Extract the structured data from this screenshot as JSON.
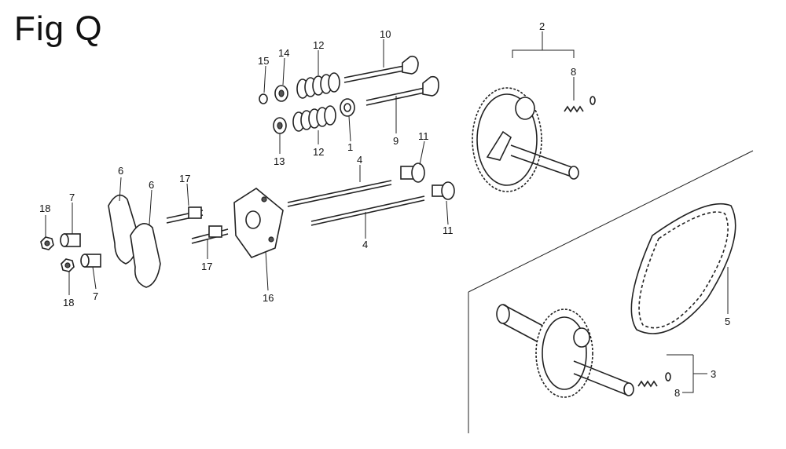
{
  "figure": {
    "title": "Fig Q"
  },
  "callouts": {
    "c1": "1",
    "c2": "2",
    "c3": "3",
    "c4a": "4",
    "c4b": "4",
    "c5": "5",
    "c6a": "6",
    "c6b": "6",
    "c7a": "7",
    "c7b": "7",
    "c8a": "8",
    "c8b": "8",
    "c9": "9",
    "c10": "10",
    "c11a": "11",
    "c11b": "11",
    "c12a": "12",
    "c12b": "12",
    "c13": "13",
    "c14": "14",
    "c15": "15",
    "c16": "16",
    "c17a": "17",
    "c17b": "17",
    "c18a": "18",
    "c18b": "18"
  }
}
